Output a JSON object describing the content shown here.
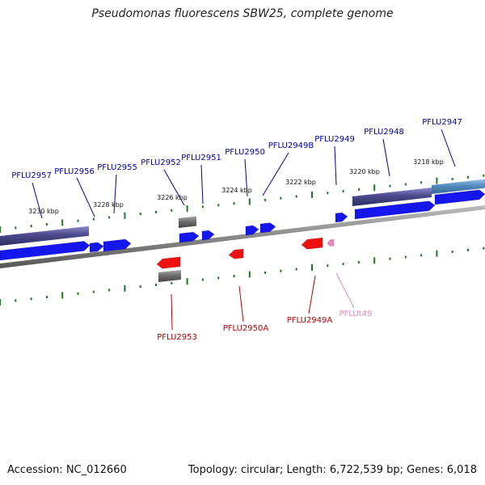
{
  "title": "Pseudomonas fluorescens SBW25, complete genome",
  "accession": "Accession: NC_012660",
  "summary": "Topology: circular; Length: 6,722,539 bp; Genes: 6,018",
  "colors": {
    "forward_gene": "#1515ee",
    "reverse_gene": "#ee1111",
    "trna": "#ee88c0",
    "forward_label": "#0000aa",
    "reverse_label": "#bb0000",
    "trna_label": "#ee88c0",
    "ticks": "#1a7a1a",
    "backbone": "#888888",
    "operon_forward": "#4a4a8a",
    "operon_highlight": "#4f86b8",
    "operon_gray": "#6a6a6a"
  },
  "scale_labels": [
    {
      "text": "3230 kbp"
    },
    {
      "text": "3228 kbp"
    },
    {
      "text": "3226 kbp"
    },
    {
      "text": "3224 kbp"
    },
    {
      "text": "3222 kbp"
    },
    {
      "text": "3220 kbp"
    },
    {
      "text": "3218 kbp"
    }
  ],
  "gene_labels": [
    {
      "text": "PFLU2957",
      "strand": "forward"
    },
    {
      "text": "PFLU2956",
      "strand": "forward"
    },
    {
      "text": "PFLU2955",
      "strand": "forward"
    },
    {
      "text": "PFLU2952",
      "strand": "forward"
    },
    {
      "text": "PFLU2951",
      "strand": "forward"
    },
    {
      "text": "PFLU2950",
      "strand": "forward"
    },
    {
      "text": "PFLU2949B",
      "strand": "forward"
    },
    {
      "text": "PFLU2949",
      "strand": "forward"
    },
    {
      "text": "PFLU2948",
      "strand": "forward"
    },
    {
      "text": "PFLU2947",
      "strand": "forward"
    },
    {
      "text": "PFLU2953",
      "strand": "reverse"
    },
    {
      "text": "PFLU2950A",
      "strand": "reverse"
    },
    {
      "text": "PFLU2949A",
      "strand": "reverse"
    },
    {
      "text": "PFLUt49",
      "strand": "trna"
    }
  ]
}
